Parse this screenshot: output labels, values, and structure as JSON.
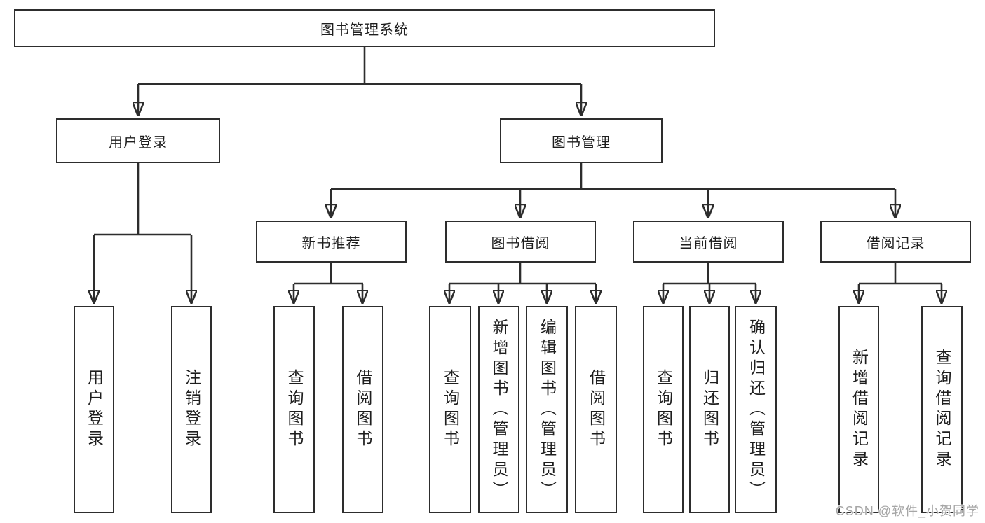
{
  "diagram": {
    "root": {
      "label": "图书管理系统"
    },
    "level2": [
      {
        "label": "用户登录"
      },
      {
        "label": "图书管理"
      }
    ],
    "level3": [
      {
        "label": "新书推荐"
      },
      {
        "label": "图书借阅"
      },
      {
        "label": "当前借阅"
      },
      {
        "label": "借阅记录"
      }
    ],
    "leaves": {
      "user_login": [
        {
          "label": "用户登录"
        },
        {
          "label": "注销登录"
        }
      ],
      "new_books": [
        {
          "label": "查询图书"
        },
        {
          "label": "借阅图书"
        }
      ],
      "borrowing": [
        {
          "label": "查询图书"
        },
        {
          "label": "新增图书（管理员）"
        },
        {
          "label": "编辑图书（管理员）"
        },
        {
          "label": "借阅图书"
        }
      ],
      "current": [
        {
          "label": "查询图书"
        },
        {
          "label": "归还图书"
        },
        {
          "label": "确认归还（管理员）"
        }
      ],
      "records": [
        {
          "label": "新增借阅记录"
        },
        {
          "label": "查询借阅记录"
        }
      ]
    }
  },
  "watermark": {
    "text": "CSDN @软件_小贺同学"
  },
  "colors": {
    "line": "#2d2d2d",
    "box_border": "#2d2d2d",
    "text": "#1e1e1e",
    "watermark": "#a6a6a6",
    "background": "#ffffff"
  }
}
